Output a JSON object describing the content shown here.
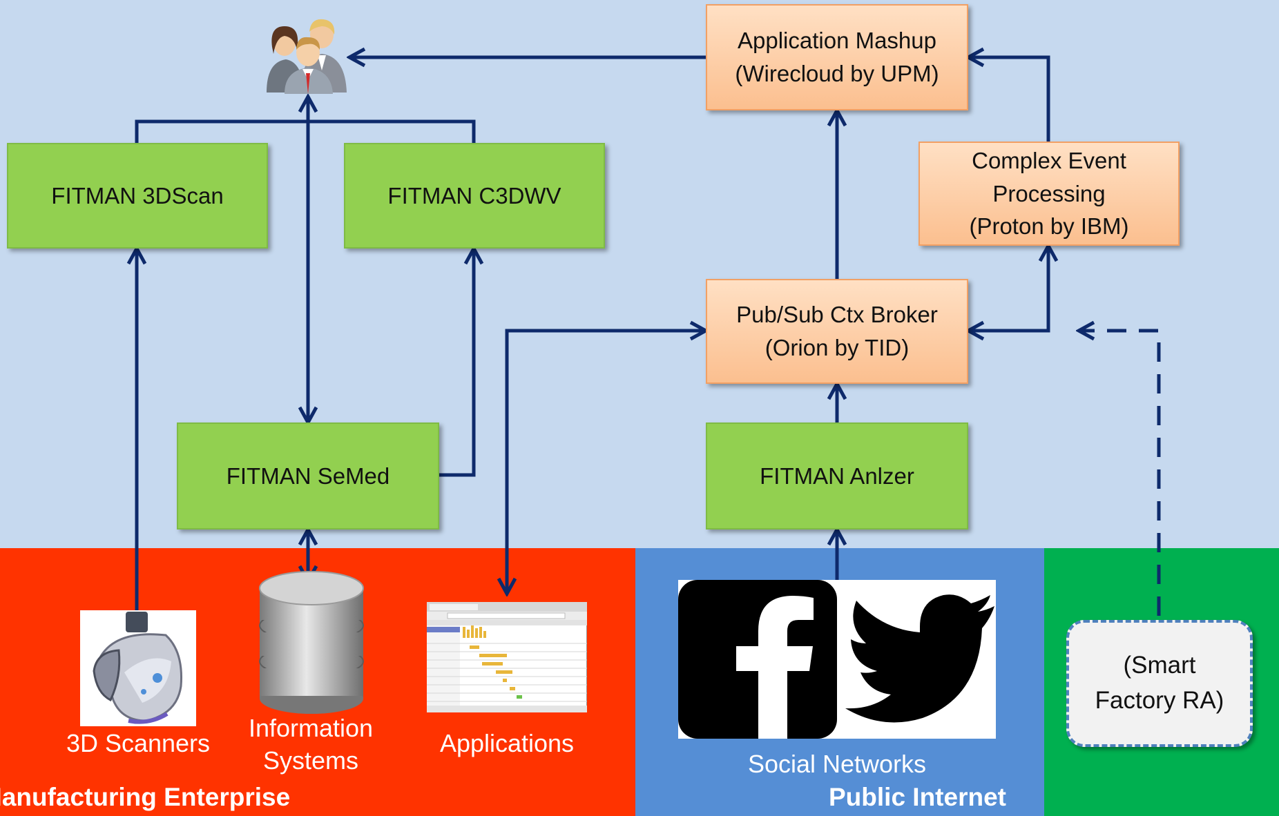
{
  "nodes": {
    "app_mashup": [
      "Application Mashup",
      "(Wirecloud by UPM)"
    ],
    "cep": [
      "Complex Event",
      "Processing",
      "(Proton by IBM)"
    ],
    "broker": [
      "Pub/Sub Ctx Broker",
      "(Orion by TID)"
    ],
    "scan3d": "FITMAN 3DScan",
    "c3dwv": "FITMAN C3DWV",
    "semed": "FITMAN SeMed",
    "anlzer": "FITMAN Anlzer",
    "smart_factory": [
      "(Smart",
      "Factory RA)"
    ]
  },
  "sources": {
    "scanners": "3D Scanners",
    "info_systems": [
      "Information",
      "Systems"
    ],
    "applications": "Applications",
    "social_networks": "Social Networks"
  },
  "zones": {
    "manufacturing": "Manufacturing Enterprise",
    "internet": "Public Internet"
  },
  "icons": [
    "users-icon",
    "scanner-icon",
    "database-icon",
    "application-screenshot-icon",
    "facebook-icon",
    "twitter-icon"
  ],
  "colors": {
    "background": "#c6d9ef",
    "manufacturing_zone": "#ff3300",
    "internet_zone": "#558ed5",
    "green_zone": "#00b050",
    "fitman_box": "#92d050",
    "service_box": "#fbbf8f",
    "arrows": "#0e2a6b"
  }
}
